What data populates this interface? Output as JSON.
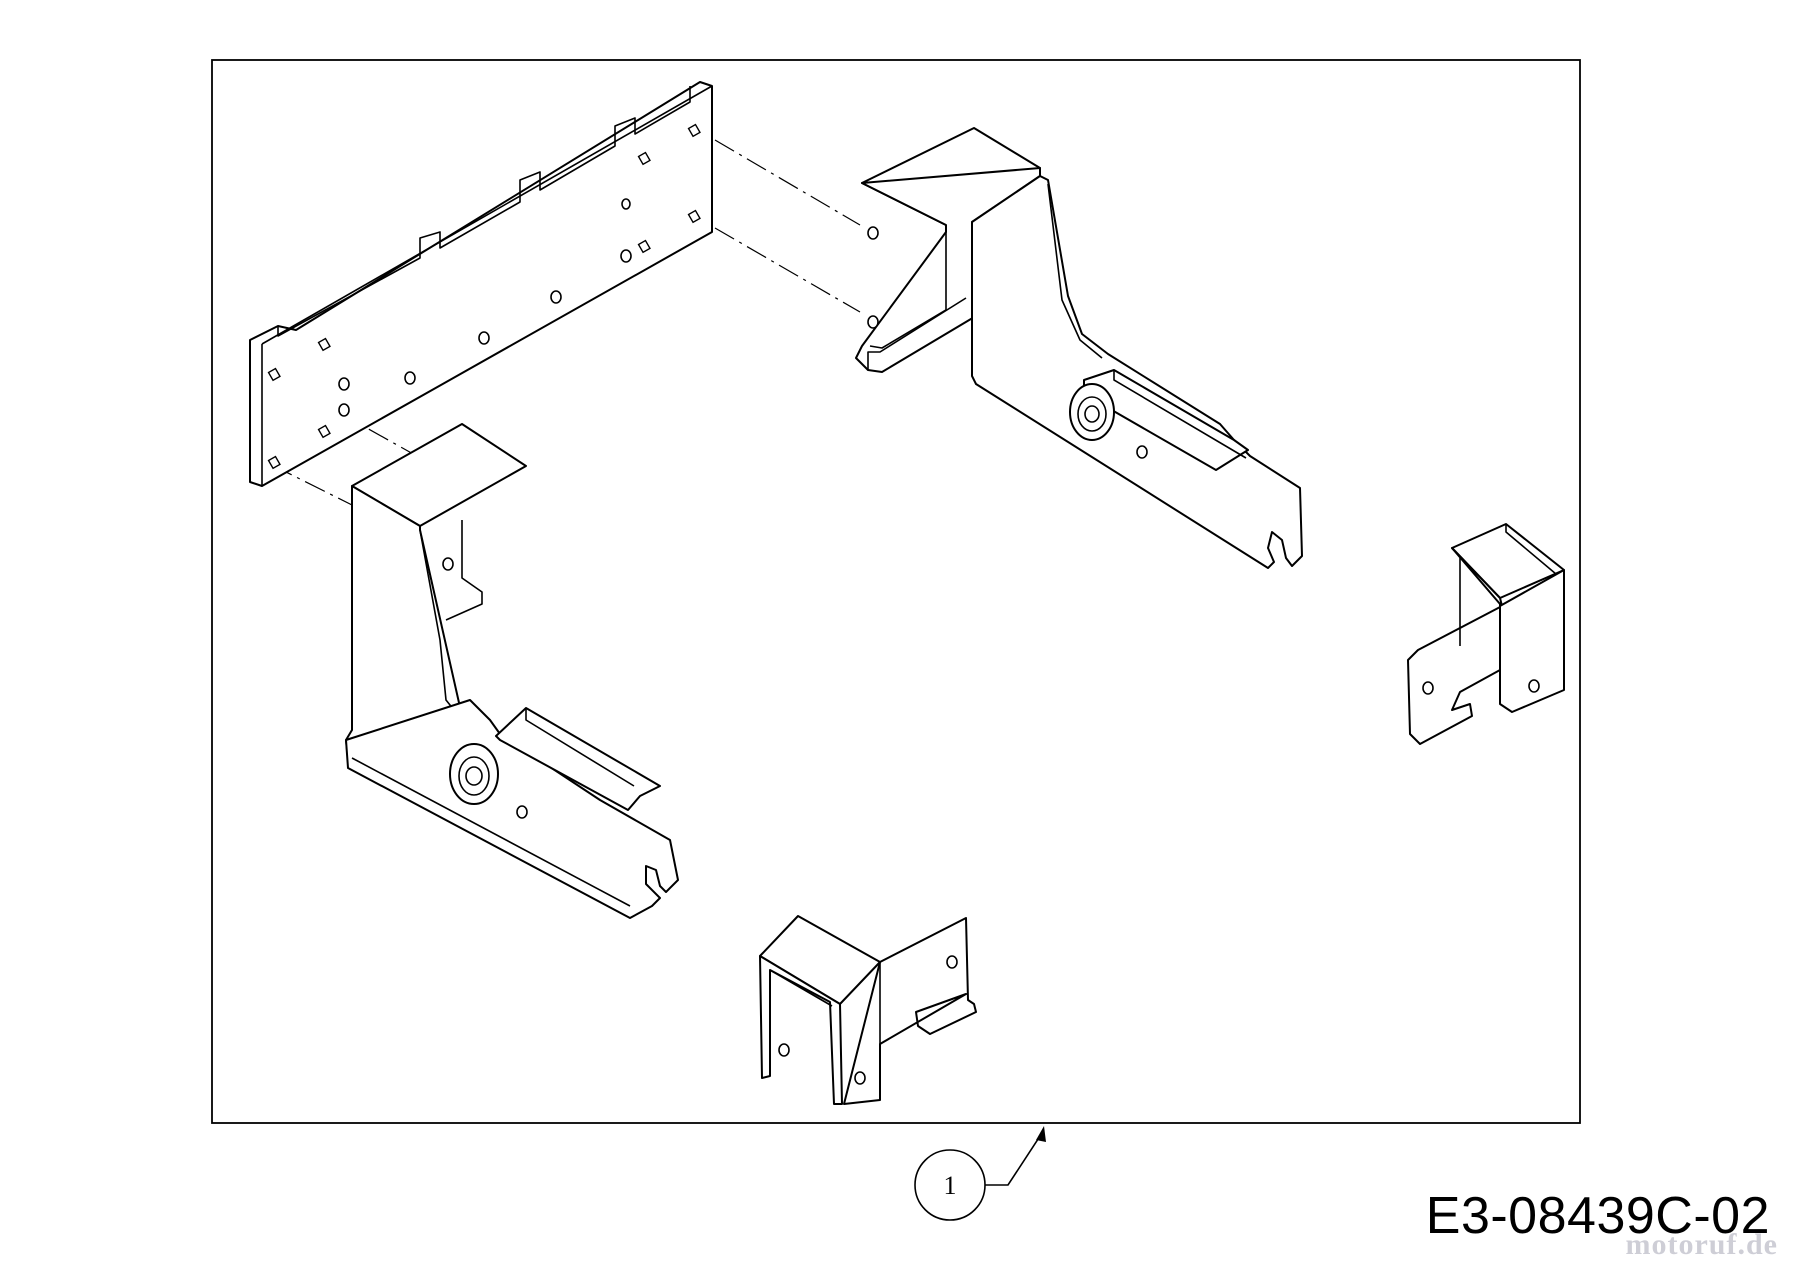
{
  "diagram": {
    "callout_label": "1",
    "drawing_code": "E3-08439C-02",
    "watermark": "motoruf.de"
  }
}
